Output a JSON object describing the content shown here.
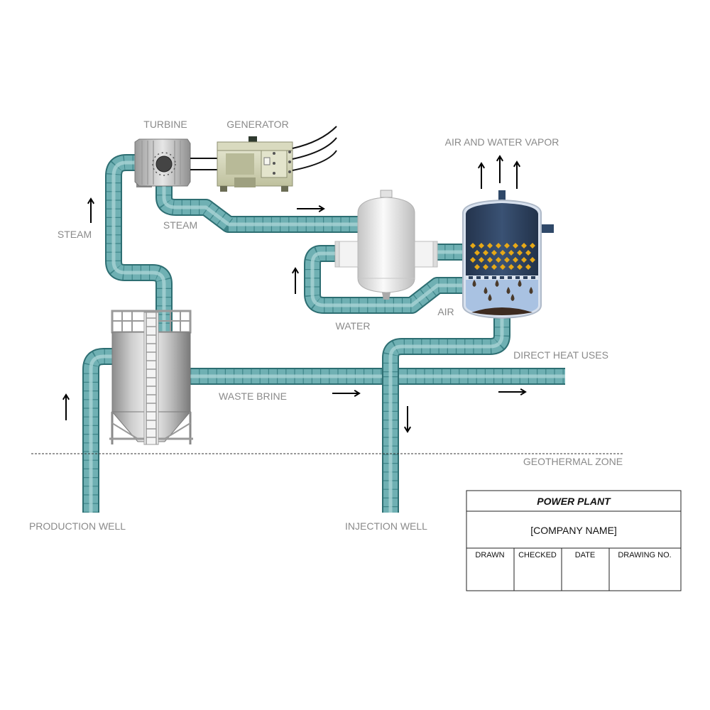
{
  "labels": {
    "turbine": "TURBINE",
    "generator": "GENERATOR",
    "air_and_water_vapor": "AIR AND WATER VAPOR",
    "steam_left": "STEAM",
    "steam_right": "STEAM",
    "water": "WATER",
    "air": "AIR",
    "direct_heat_uses": "DIRECT HEAT USES",
    "waste_brine": "WASTE BRINE",
    "geothermal_zone": "GEOTHERMAL ZONE",
    "production_well": "PRODUCTION WELL",
    "injection_well": "INJECTION WELL"
  },
  "title_block": {
    "title": "POWER PLANT",
    "company": "[COMPANY NAME]",
    "columns": [
      "DRAWN",
      "CHECKED",
      "DATE",
      "DRAWING NO."
    ]
  },
  "colors": {
    "pipe": "#6fb0b3",
    "pipe_edge": "#2d6e72",
    "tower_dark": "#2b3f5c",
    "tower_water": "#a9c2e2",
    "fill_media": "#e6a817"
  }
}
